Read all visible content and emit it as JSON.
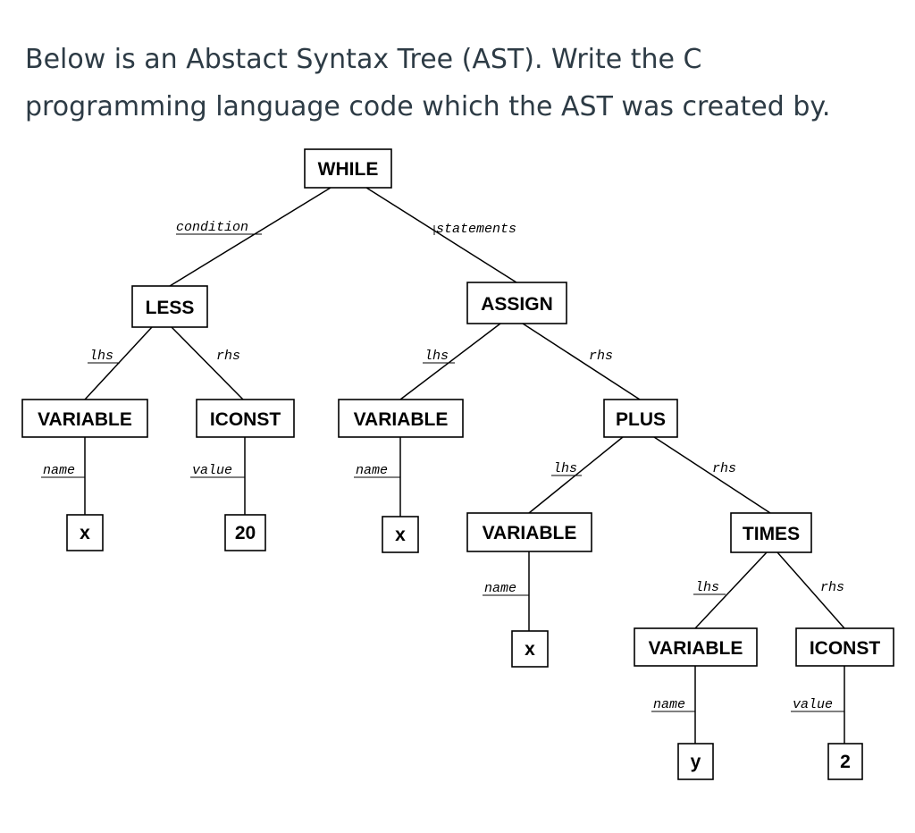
{
  "question": {
    "line1": "Below is an Abstact Syntax Tree (AST).  Write the C",
    "line2": "programming language code which the AST was created by."
  },
  "tree": {
    "nodes": {
      "while": "WHILE",
      "less": "LESS",
      "assign": "ASSIGN",
      "var_cond": "VARIABLE",
      "iconst_cond": "ICONST",
      "var_lhs": "VARIABLE",
      "plus": "PLUS",
      "x_cond": "x",
      "c20": "20",
      "x_lhs": "x",
      "var_plus": "VARIABLE",
      "times": "TIMES",
      "x_plus": "x",
      "var_times": "VARIABLE",
      "iconst_times": "ICONST",
      "y_times": "y",
      "c2": "2"
    },
    "edges": {
      "condition": "condition",
      "statements": "statements",
      "less_lhs": "lhs",
      "less_rhs": "rhs",
      "assign_lhs": "lhs",
      "assign_rhs": "rhs",
      "var_cond_name": "name",
      "iconst_cond_value": "value",
      "var_lhs_name": "name",
      "plus_lhs": "lhs",
      "plus_rhs": "rhs",
      "var_plus_name": "name",
      "times_lhs": "lhs",
      "times_rhs": "rhs",
      "var_times_name": "name",
      "iconst_times_value": "value"
    }
  }
}
